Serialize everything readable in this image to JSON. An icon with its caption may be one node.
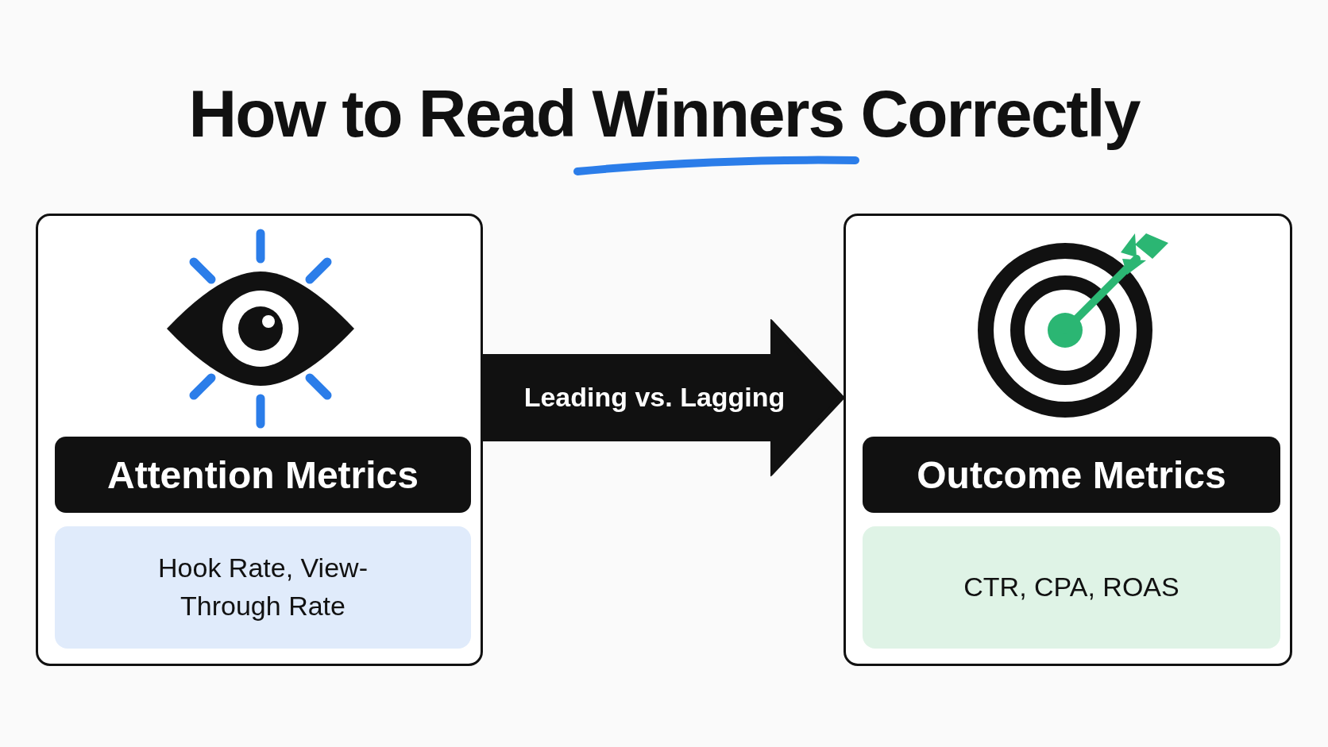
{
  "diagram": {
    "title": "How to Read Winners Correctly",
    "nodes": [
      {
        "text": [],
        "shape": "box"
      },
      {
        "text": [
          "Attention Metrics"
        ],
        "in": 0
      },
      {
        "text": [
          "Hook Rate, View-Through Rate"
        ],
        "in": 0
      },
      {
        "text": [],
        "shape": "box"
      },
      {
        "text": [
          "Outcome Metrics"
        ],
        "in": 3
      },
      {
        "text": [
          "CTR, CPA, ROAS"
        ],
        "in": 3
      }
    ],
    "edges": [
      {
        "from": 0,
        "to": 3,
        "arrow": "to",
        "label": "Leading vs. Lagging"
      }
    ]
  }
}
